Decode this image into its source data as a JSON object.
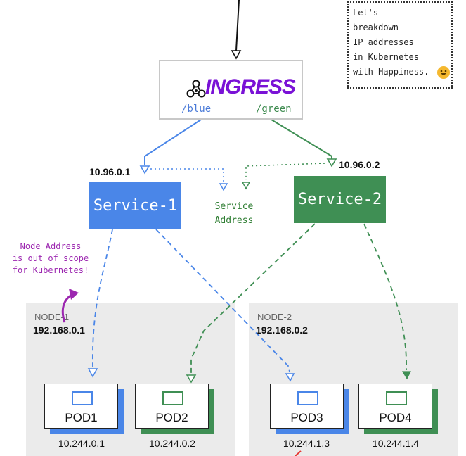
{
  "note": {
    "lines": [
      "Let's",
      "breakdown",
      "IP addresses",
      "in Kubernetes",
      "with Happiness."
    ],
    "icon": "smiley-emoji-icon"
  },
  "ingress": {
    "title": "INGRESS",
    "icon": "kubernetes-ingress-logo-icon",
    "route_blue": "/blue",
    "route_green": "/green"
  },
  "services": [
    {
      "name": "Service-1",
      "ip": "10.96.0.1",
      "color": "#4a86e8"
    },
    {
      "name": "Service-2",
      "ip": "10.96.0.2",
      "color": "#3f8f54"
    }
  ],
  "service_address_label": [
    "Service",
    "Address"
  ],
  "callout": [
    "Node Address",
    "is out of scope",
    "for Kubernetes!"
  ],
  "nodes": [
    {
      "name": "NODE-1",
      "ip": "192.168.0.1"
    },
    {
      "name": "NODE-2",
      "ip": "192.168.0.2"
    }
  ],
  "pods": [
    {
      "name": "POD1",
      "ip": "10.244.0.1",
      "service": "Service-1"
    },
    {
      "name": "POD2",
      "ip": "10.244.0.2",
      "service": "Service-2"
    },
    {
      "name": "POD3",
      "ip": "10.244.1.3",
      "service": "Service-1"
    },
    {
      "name": "POD4",
      "ip": "10.244.1.4",
      "service": "Service-2"
    }
  ],
  "colors": {
    "blue": "#4a86e8",
    "green": "#3f8f54",
    "purple": "#9c27b0",
    "ingress_purple": "#7a12d6"
  }
}
